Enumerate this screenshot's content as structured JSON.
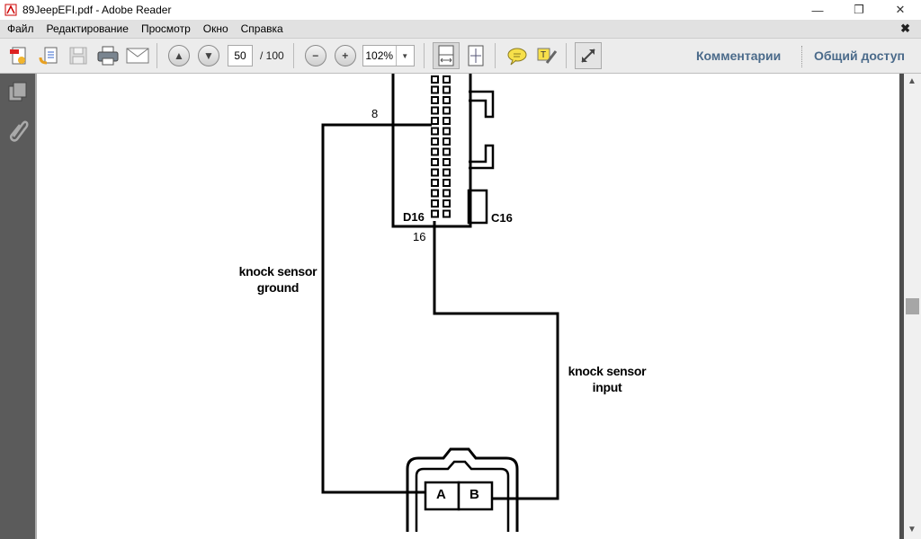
{
  "window": {
    "title": "89JeepEFI.pdf - Adobe Reader",
    "minimize": "—",
    "restore": "❐",
    "close": "✕"
  },
  "menu": {
    "items": [
      "Файл",
      "Редактирование",
      "Просмотр",
      "Окно",
      "Справка"
    ],
    "close_doc": "✖"
  },
  "toolbar": {
    "page_current": "50",
    "page_total": "/ 100",
    "zoom": "102%",
    "comments_link": "Комментарии",
    "share_link": "Общий доступ"
  },
  "document": {
    "pin_top": "8",
    "pin_bottom": "16",
    "connector_left_label": "D16",
    "connector_right_label": "C16",
    "ground_label_line1": "knock sensor",
    "ground_label_line2": "ground",
    "input_label_line1": "knock sensor",
    "input_label_line2": "input",
    "terminal_a": "A",
    "terminal_b": "B"
  },
  "scroll": {
    "position_fraction": 0.5
  }
}
